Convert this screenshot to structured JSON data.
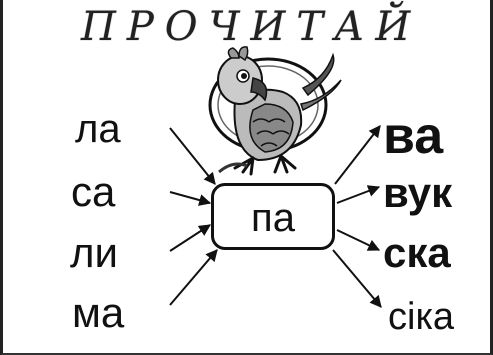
{
  "title": "ПРОЧИТАЙ",
  "center_syllable": "па",
  "left_syllables": [
    "ла",
    "са",
    "ли",
    "ма"
  ],
  "right_syllables": [
    "ва",
    "вук",
    "ска",
    "сіка"
  ],
  "illustration": "parrot-picture",
  "colors": {
    "ink": "#111111",
    "background": "#ffffff",
    "frame": "#222222"
  }
}
